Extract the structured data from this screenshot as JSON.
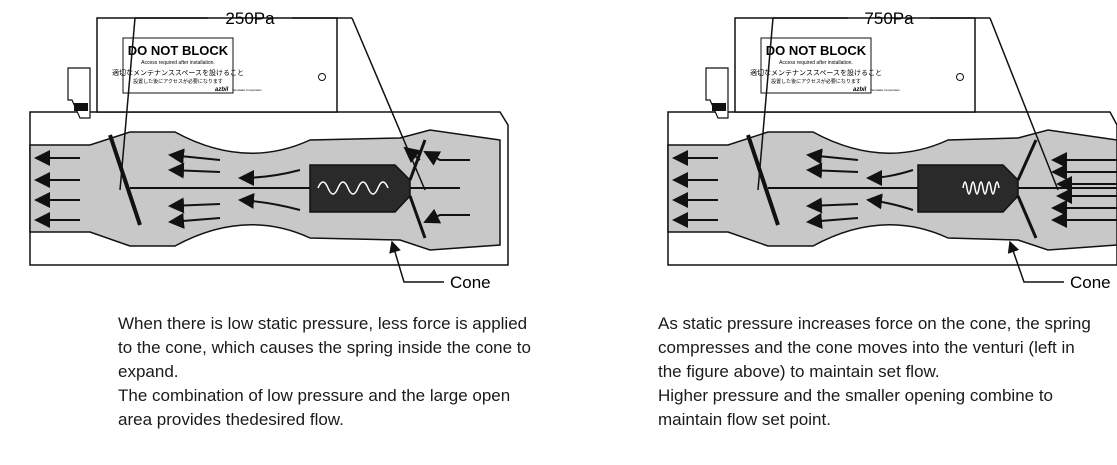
{
  "left": {
    "pressure_label": "250Pa",
    "cone_label": "Cone",
    "sign": {
      "title": "DO NOT BLOCK",
      "line1": "Access required after installation.",
      "line2": "適切なメンテナンススペースを設けること",
      "line3": "設置した後にアクセスが必要になります",
      "brand": "azbil",
      "brand_sub": "Yamatake Corporation"
    },
    "caption": [
      "When there is low static pressure, less force is applied to the cone, which causes the spring inside the cone to expand.",
      "The combination of low pressure and the large open area provides thedesired flow."
    ]
  },
  "right": {
    "pressure_label": "750Pa",
    "cone_label": "Cone",
    "sign": {
      "title": "DO NOT BLOCK",
      "line1": "Access required after installation.",
      "line2": "適切なメンテナンススペースを設けること",
      "line3": "設置した後にアクセスが必要になります",
      "brand": "azbil",
      "brand_sub": "Yamatake Corporation"
    },
    "caption": [
      "As static pressure increases force on the cone, the spring compresses and the cone moves into the venturi (left in the figure above) to maintain set flow.",
      "Higher pressure and the smaller opening combine to maintain flow set point."
    ]
  },
  "colors": {
    "duct_fill": "#c8c8c8",
    "cone_fill": "#2a2a2a",
    "line": "#111111"
  }
}
